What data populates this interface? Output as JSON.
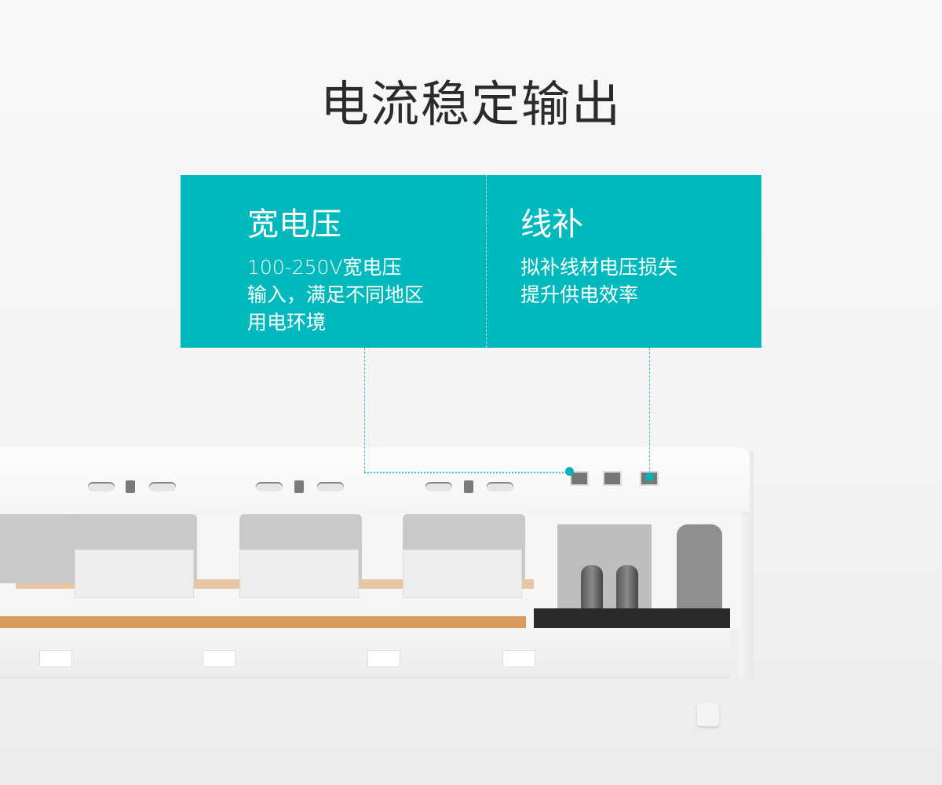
{
  "title": "电流稳定输出",
  "features": [
    {
      "heading": "宽电压",
      "lines": [
        "100-250V宽电压",
        "输入，满足不同地区",
        "用电环境"
      ]
    },
    {
      "heading": "线补",
      "lines": [
        "拟补线材电压损失",
        "提升供电效率"
      ]
    }
  ],
  "colors": {
    "accent": "#00b9bd",
    "title": "#2b2b2b"
  }
}
